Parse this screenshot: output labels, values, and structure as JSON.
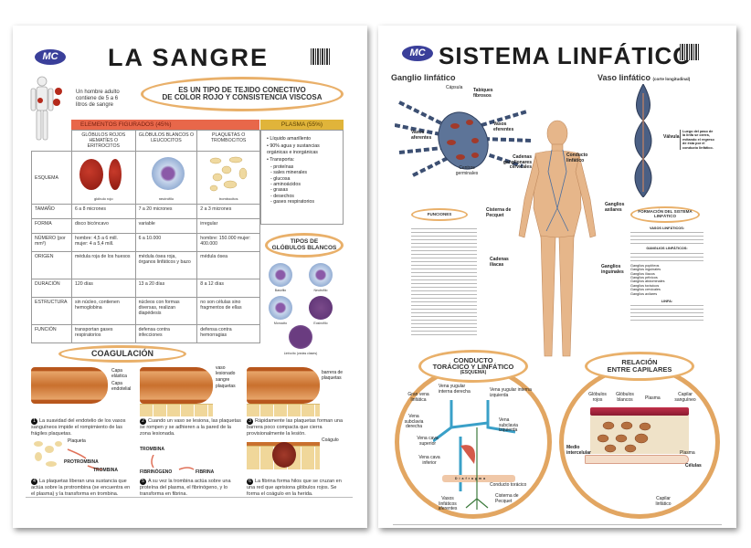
{
  "poster_left": {
    "logo": "MC",
    "title": "LA SANGRE",
    "intro": "Un hombre adulto contiene de 5 a 6 litros de sangre",
    "definition_line1": "ES UN TIPO DE TEJIDO CONECTIVO",
    "definition_line2": "DE COLOR ROJO Y CONSISTENCIA VISCOSA",
    "elements_header": "ELEMENTOS FIGURADOS (45%)",
    "plasma_header": "PLASMA (55%)",
    "columns": [
      "GLÓBULOS ROJOS HEMATÍES O ERITROCITOS",
      "GLÓBULOS BLANCOS O LEUCOCITOS",
      "PLAQUETAS O TROMBOCITOS"
    ],
    "schema_captions": [
      "glóbulo rojo",
      "neutrófilo",
      "trombocitos"
    ],
    "rows": [
      {
        "label": "ESQUEMA",
        "cells": [
          "",
          "",
          ""
        ]
      },
      {
        "label": "TAMAÑO",
        "cells": [
          "6 a 8 micrones",
          "7 a 20 micrones",
          "2 a 3 micrones"
        ]
      },
      {
        "label": "FORMA",
        "cells": [
          "disco bicóncavo",
          "variable",
          "irregular"
        ]
      },
      {
        "label": "NÚMERO (por mm³)",
        "cells": [
          "hombre: 4,5 a 6 mill. mujer: 4 a 5,4 mill.",
          "6 a 10.000",
          "hombre: 150.000 mujer: 400.000"
        ]
      },
      {
        "label": "ORIGEN",
        "cells": [
          "médula roja de los huesos",
          "médula ósea roja, órganos linfáticos y bazo",
          "médula ósea"
        ]
      },
      {
        "label": "DURACIÓN",
        "cells": [
          "120 días",
          "13 a 20 días",
          "8 a 12 días"
        ]
      },
      {
        "label": "ESTRUCTURA",
        "cells": [
          "sin núcleo, contienen hemoglobina",
          "núcleos con formas diversas, realizan diapédesis",
          "no son células sino fragmentos de ellas"
        ]
      },
      {
        "label": "FUNCIÓN",
        "cells": [
          "transportan gases respiratorios",
          "defensa contra infecciones",
          "defensa contra hemorragias"
        ]
      }
    ],
    "plasma_items": [
      "Líquido amarillento",
      "90% agua y sustancias orgánicas e inorgánicas",
      "Transporta:"
    ],
    "plasma_transports": [
      "- proteínas",
      "- sales minerales",
      "- glucosa",
      "- aminoácidos",
      "- grasas",
      "- desechos",
      "- gases respiratorios"
    ],
    "wbc_title_line1": "TIPOS DE",
    "wbc_title_line2": "GLÓBULOS BLANCOS",
    "wbc_types": [
      "Basófilo",
      "Neutrófilo",
      "Monocito",
      "Eosinófilo",
      "Linfocito (varias clases)"
    ],
    "coag_title": "COAGULACIÓN",
    "vessel_labels": [
      [
        "Capa elástica",
        "Capa endotelial"
      ],
      [
        "vaso lesionado",
        "sangre",
        "plaquetas"
      ],
      [
        "barrera de plaquetas"
      ]
    ],
    "steps": [
      {
        "n": "1",
        "text": "La suavidad del endotelio de los vasos sanguíneos impide el rompimiento de las frágiles plaquetas."
      },
      {
        "n": "2",
        "text": "Cuando un vaso se lesiona, las plaquetas se rompen y se adhieren a la pared de la zona lesionada."
      },
      {
        "n": "3",
        "text": "Rápidamente las plaquetas forman una barrera poco compacta que cierra provisionalmente la lesión."
      },
      {
        "n": "4",
        "text": "La plaquetas liberan una sustancia que actúa sobre la protrombina (se encuentra en el plasma) y la transforma en trombina."
      },
      {
        "n": "5",
        "text": "A su vez la trombina actúa sobre una proteína del plasma, el fibrinógeno, y lo transforma en fibrina."
      },
      {
        "n": "6",
        "text": "La fibrina forma hilos que se cruzan en una red que aprisiona glóbulos rojos. Se forma el coágulo en la herida."
      }
    ],
    "diagram_labels": {
      "plaqueta": "Plaqueta",
      "protrombina": "PROTROMBINA",
      "trombina": "TROMBINA",
      "trombina2": "TROMBINA",
      "fibrinogeno": "FIBRINÓGENO",
      "fibrina": "FIBRINA",
      "coagulo": "Coágulo"
    }
  },
  "poster_right": {
    "logo": "MC",
    "title": "SISTEMA LINFÁTICO",
    "ganglio_title": "Ganglio linfático",
    "vaso_title": "Vaso linfático",
    "vaso_subtitle": "(corte longitudinal)",
    "ganglio_labels": [
      "Cápsula",
      "Tabiques fibrosos",
      "Vasos aferentes",
      "Vasos eferentes",
      "Centros germinales"
    ],
    "valve_label": "Válvula",
    "valve_note": "Luego del paso de la linfa se cierra, evitando el regreso de ésta por el conducto linfático.",
    "body_labels": [
      "Cadenas ganglionares cervicales",
      "Conducto linfático",
      "Ganglios axilares",
      "Cisterna de Pecquet",
      "Cadenas ilíacas",
      "Ganglios inguinales"
    ],
    "funciones_title": "FUNCIONES",
    "formacion_title": "FORMACIÓN DEL SISTEMA LINFÁTICO",
    "formacion_subheads": [
      "VASOS LINFÁTICOS:",
      "GANGLIOS LINFÁTICOS:",
      "LINFA:"
    ],
    "ganglios_list": [
      "Ganglios poplíteos",
      "Ganglios inguinales",
      "Ganglios ilíacos",
      "Ganglios pélvicos",
      "Ganglios abdominales",
      "Ganglios torácicos",
      "Ganglios cervicales",
      "Ganglios axilares"
    ],
    "conducto_title_line1": "CONDUCTO",
    "conducto_title_line2": "TORÁCICO Y LINFÁTICO",
    "conducto_title_line3": "(ESQUEMA)",
    "conducto_labels": [
      "Vena yugular interna derecha",
      "Vena yugular interna izquierda",
      "Gran vena linfática",
      "Vena subclavia derecha",
      "Vena subclavia izquierda",
      "Vena cava superior",
      "Vena cava inferior",
      "Diafragma",
      "Conducto torácico",
      "Cisterna de Pecquet",
      "Vasos linfáticos aferentes"
    ],
    "relacion_title_line1": "RELACIÓN",
    "relacion_title_line2": "ENTRE CAPILARES",
    "relacion_labels": [
      "Glóbulos rojos",
      "Glóbulos blancos",
      "Plasma",
      "Capilar sanguíneo",
      "Medio intercelular",
      "Plasma",
      "Células",
      "Capilar linfático"
    ]
  },
  "colors": {
    "accent_orange": "#e9b06a",
    "elements_red": "#e8674a",
    "plasma_yellow": "#e0b43a",
    "logo_blue": "#3a3f9a"
  }
}
